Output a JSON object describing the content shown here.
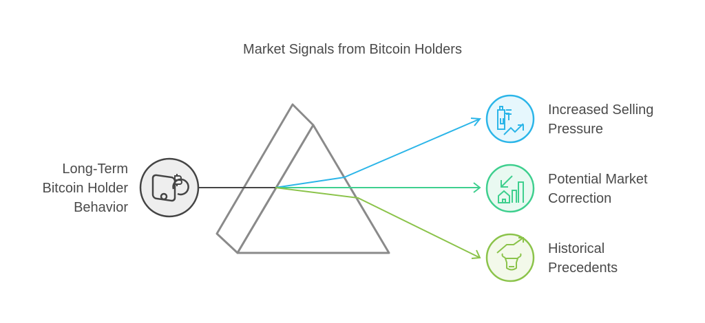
{
  "title": "Market Signals from Bitcoin Holders",
  "source": {
    "lines": [
      "Long-Term",
      "Bitcoin Holder",
      "Behavior"
    ],
    "icon": "bitcoin-wallet-icon"
  },
  "outputs": [
    {
      "lines": [
        "Increased Selling",
        "Pressure"
      ],
      "icon": "buildings-trend-up-icon",
      "color": "#2bb5e8",
      "fill": "#e6f7fd"
    },
    {
      "lines": [
        "Potential Market",
        "Correction"
      ],
      "icon": "house-bar-chart-down-icon",
      "color": "#3ecf8e",
      "fill": "#e9f9f1"
    },
    {
      "lines": [
        "Historical",
        "Precedents"
      ],
      "icon": "bull-trend-up-icon",
      "color": "#8bc34a",
      "fill": "#f3f9ea"
    }
  ]
}
